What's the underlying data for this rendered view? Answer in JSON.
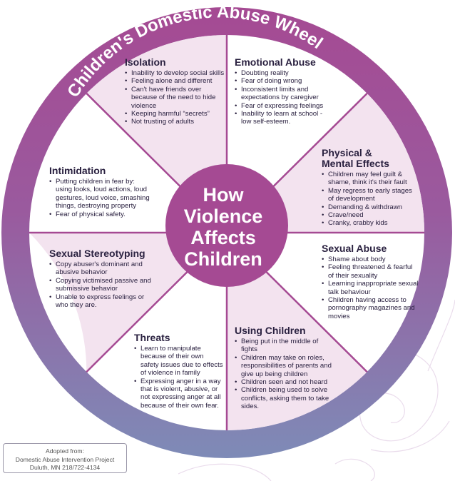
{
  "title": "Children's Domestic Abuse Wheel",
  "hub": {
    "text": "How Violence Affects Children"
  },
  "colors": {
    "rim_top": "#a54a93",
    "rim_bottom": "#7e8bb7",
    "hub": "#a54a93",
    "segment_fill_pink": "#f3e3ef",
    "segment_fill_white": "#ffffff",
    "divider": "#a54a93",
    "text": "#2a2140",
    "title_text": "#ffffff"
  },
  "segments": {
    "isolation": {
      "title": "Isolation",
      "items": [
        "Inability to develop social skills",
        "Feeling alone and different",
        "Can't have friends over because of the need to hide violence",
        "Keeping harmful “secrets”",
        "Not trusting of adults"
      ]
    },
    "emotional": {
      "title": "Emotional Abuse",
      "items": [
        "Doubting reality",
        "Fear of doing wrong",
        "Inconsistent limits and expectations by caregiver",
        "Fear of expressing feelings",
        "Inability to learn at school - low self-esteem."
      ]
    },
    "physical": {
      "title": "Physical & Mental Effects",
      "items": [
        "Children may feel guilt & shame, think it's their fault",
        "May regress to early stages of development",
        "Demanding & withdrawn",
        "Crave/need",
        "Cranky, crabby kids"
      ]
    },
    "sexual": {
      "title": "Sexual Abuse",
      "items": [
        "Shame about body",
        "Feeling threatened & fearful of their sexuality",
        "Learning inappropriate sexual talk behaviour",
        "Children having access to pornography magazines and movies"
      ]
    },
    "using": {
      "title": "Using Children",
      "items": [
        "Being put in the middle of fights",
        "Children may take on roles, responsibilities of parents and give up being children",
        "Children seen and not heard",
        "Children being used to solve conflicts, asking them to take sides."
      ]
    },
    "threats": {
      "title": "Threats",
      "items": [
        "Learn to manipulate because of their own safety issues due to effects of violence in family",
        "Expressing anger in a way that is violent, abusive, or not expressing anger at all because of their own fear."
      ]
    },
    "stereotyping": {
      "title": "Sexual Stereotyping",
      "items": [
        "Copy abuser's dominant and abusive behavior",
        "Copying victimised passive and submissive behavior",
        "Unable to express feelings or who they are."
      ]
    },
    "intimidation": {
      "title": "Intimidation",
      "items": [
        "Putting children in fear by: using looks, loud actions, loud gestures, loud voice, smashing things, destroying property",
        "Fear of physical safety."
      ]
    }
  },
  "credit": {
    "line1": "Adopted from:",
    "line2": "Domestic Abuse Intervention Project",
    "line3": "Duluth, MN 218/722-4134"
  }
}
